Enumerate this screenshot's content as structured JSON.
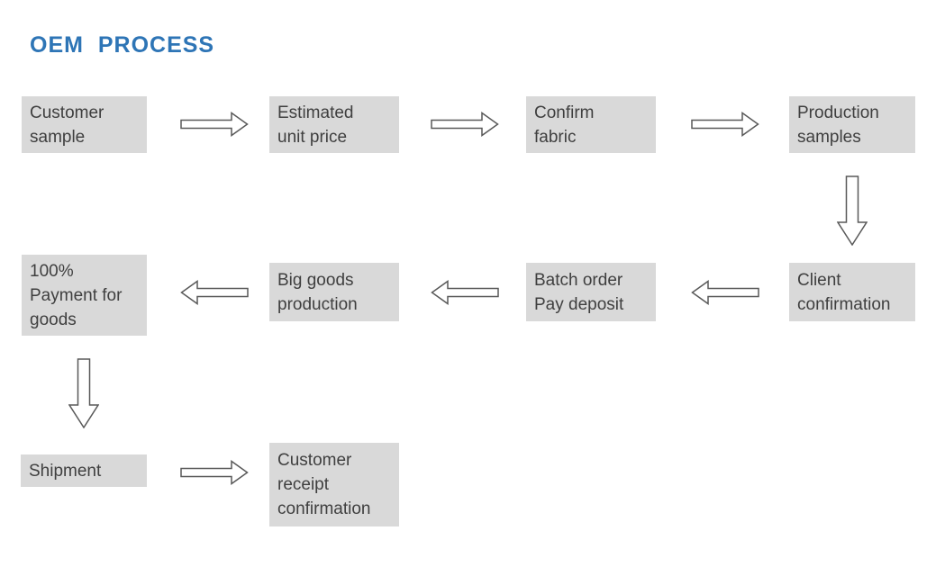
{
  "title": "OEM  PROCESS",
  "colors": {
    "title": "#2E75B6",
    "box_fill": "#D9D9D9",
    "box_text": "#3F3F3F",
    "arrow_outline": "#595959",
    "background": "#FFFFFF"
  },
  "nodes": [
    {
      "id": "customer-sample",
      "label": "Customer\nsample"
    },
    {
      "id": "estimated-unit-price",
      "label": "Estimated\nunit price"
    },
    {
      "id": "confirm-fabric",
      "label": "Confirm\nfabric"
    },
    {
      "id": "production-samples",
      "label": "Production\nsamples"
    },
    {
      "id": "client-confirmation",
      "label": "Client\nconfirmation"
    },
    {
      "id": "batch-order-pay-deposit",
      "label": "Batch order\nPay deposit"
    },
    {
      "id": "big-goods-production",
      "label": "Big goods\nproduction"
    },
    {
      "id": "full-payment-for-goods",
      "label": "100%\nPayment for\ngoods"
    },
    {
      "id": "shipment",
      "label": "Shipment"
    },
    {
      "id": "customer-receipt-confirmation",
      "label": "Customer\nreceipt\nconfirmation"
    }
  ],
  "edges": [
    {
      "from": "customer-sample",
      "to": "estimated-unit-price",
      "direction": "right"
    },
    {
      "from": "estimated-unit-price",
      "to": "confirm-fabric",
      "direction": "right"
    },
    {
      "from": "confirm-fabric",
      "to": "production-samples",
      "direction": "right"
    },
    {
      "from": "production-samples",
      "to": "client-confirmation",
      "direction": "down"
    },
    {
      "from": "client-confirmation",
      "to": "batch-order-pay-deposit",
      "direction": "left"
    },
    {
      "from": "batch-order-pay-deposit",
      "to": "big-goods-production",
      "direction": "left"
    },
    {
      "from": "big-goods-production",
      "to": "full-payment-for-goods",
      "direction": "left"
    },
    {
      "from": "full-payment-for-goods",
      "to": "shipment",
      "direction": "down"
    },
    {
      "from": "shipment",
      "to": "customer-receipt-confirmation",
      "direction": "right"
    }
  ]
}
